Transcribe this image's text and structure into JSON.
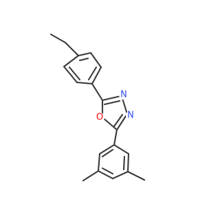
{
  "molecule": {
    "background": "#ffffff",
    "bond_color": "#3a3a3a",
    "atoms": [
      {
        "id": "o1",
        "symbol": "O",
        "color": "#ff0d0d"
      },
      {
        "id": "n1",
        "symbol": "N",
        "color": "#3050f8"
      },
      {
        "id": "n2",
        "symbol": "N",
        "color": "#3050f8"
      }
    ]
  }
}
